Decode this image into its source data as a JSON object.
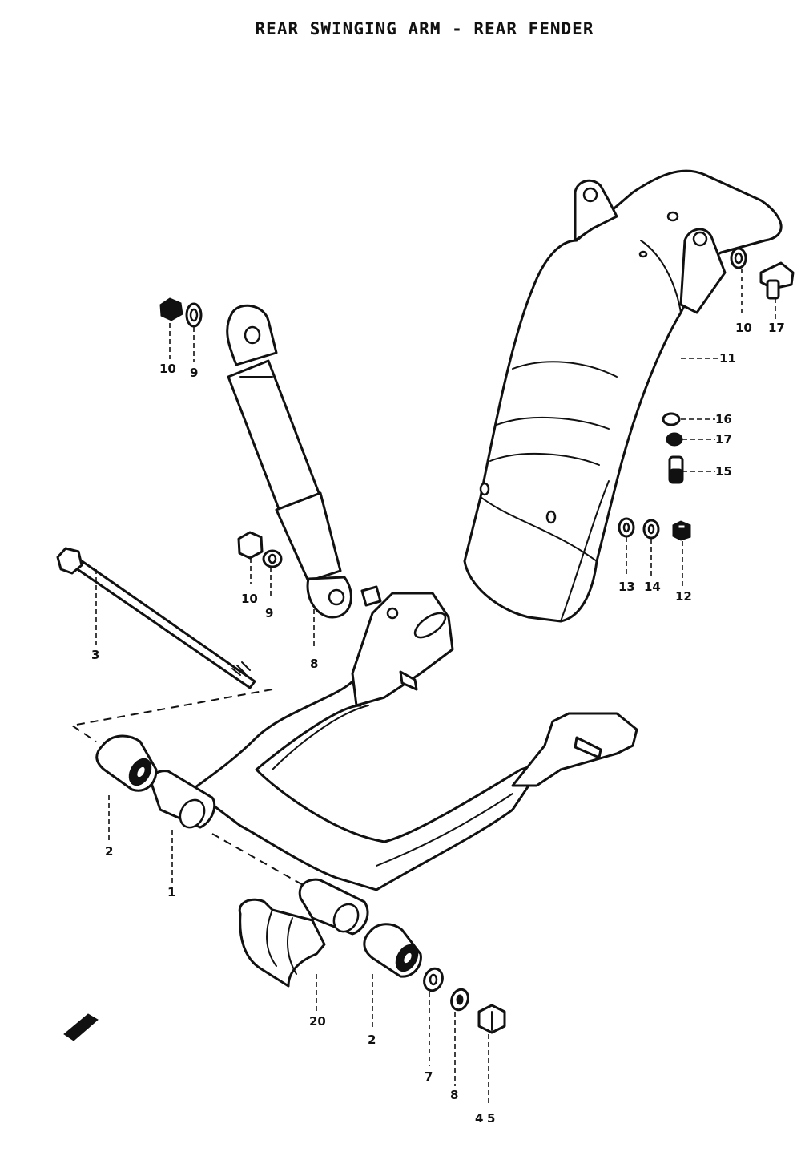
{
  "title": "REAR SWINGING ARM - REAR FENDER",
  "callouts": {
    "swing_arm_bushing": "1",
    "spacer_left": "2",
    "spacer_right": "2",
    "pivot_bolt": "3",
    "pivot_nut_a": "4",
    "pivot_nut_b": "5",
    "washer_7": "7",
    "lockwasher_8": "8",
    "shock_absorber": "8",
    "washer_shock_top": "9",
    "washer_shock_bottom": "9",
    "nut_shock_top": "10",
    "nut_shock_bottom": "10",
    "washer_fender_top": "10",
    "fender": "11",
    "bolt_12": "12",
    "washer_13": "13",
    "washer_14": "14",
    "bolt_15": "15",
    "washer_16": "16",
    "nut_17": "17",
    "bolt_fender_top": "17",
    "chain_guard": "20"
  }
}
